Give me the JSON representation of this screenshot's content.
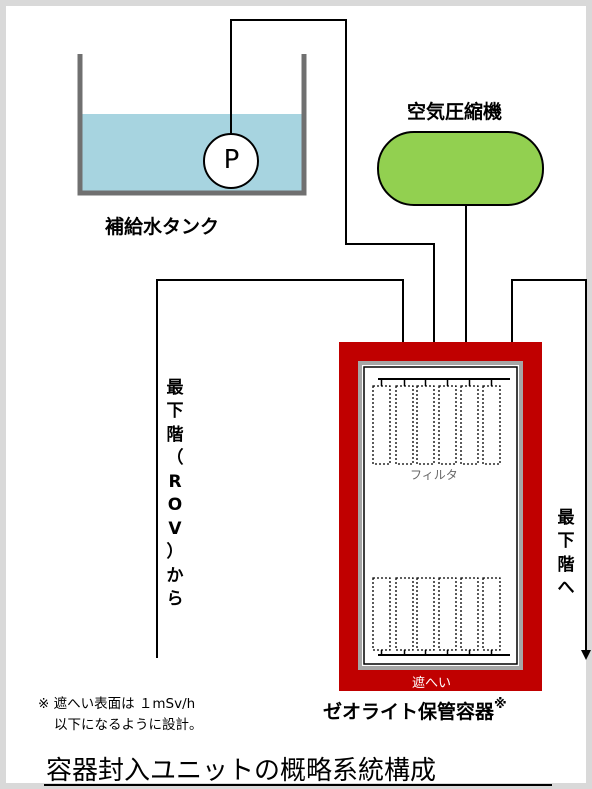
{
  "labels": {
    "tank": "補給水タンク",
    "pump": "P",
    "compressor": "空気圧縮機",
    "filter": "フィルタ",
    "shield": "遮へい",
    "container": "ゼオライト保管容器",
    "container_mark": "※",
    "note_line1": "※ 遮へい表面は １mSv/h",
    "note_line2": "以下になるように設計。",
    "from_bottom_vertical": "最\n下\n階\n（\nR\nO\nV\n）\nか\nら",
    "to_bottom_vertical": "最\n下\n階\nへ",
    "caption": "容器封入ユニットの概略系統構成"
  },
  "colors": {
    "frame": "#d9d9d9",
    "tank_wall": "#707070",
    "water": "#a7d4e0",
    "compressor": "#92d050",
    "shield_red": "#c00000",
    "inner_gray": "#a6a6a6",
    "line": "#000000"
  }
}
